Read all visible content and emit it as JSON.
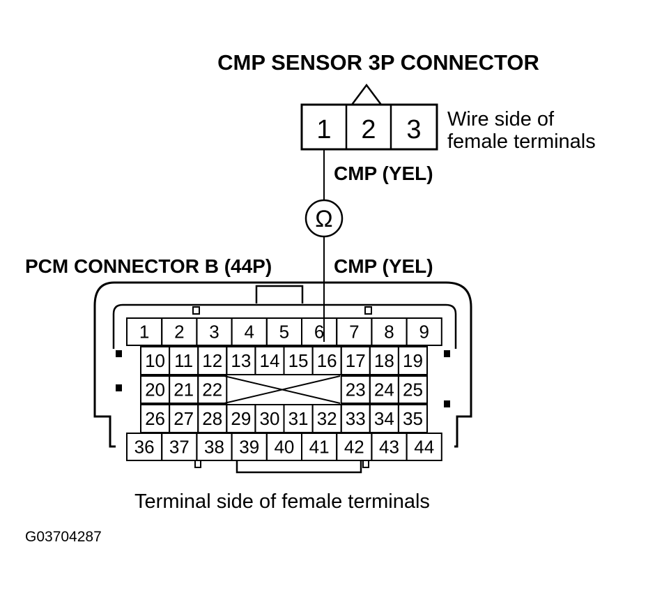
{
  "sensor_connector": {
    "title": "CMP SENSOR 3P CONNECTOR",
    "side_label_line1": "Wire side of",
    "side_label_line2": "female terminals",
    "pins": [
      "1",
      "2",
      "3"
    ]
  },
  "wire_upper_label": "CMP (YEL)",
  "ohmmeter_symbol": "Ω",
  "pcm_connector": {
    "title": "PCM CONNECTOR B (44P)",
    "wire_label": "CMP (YEL)",
    "side_label": "Terminal side of female terminals",
    "row1": [
      "1",
      "2",
      "3",
      "4",
      "5",
      "6",
      "7",
      "8",
      "9"
    ],
    "row2": [
      "10",
      "11",
      "12",
      "13",
      "14",
      "15",
      "16",
      "17",
      "18",
      "19"
    ],
    "row3_left": [
      "20",
      "21",
      "22"
    ],
    "row3_right": [
      "23",
      "24",
      "25"
    ],
    "row4": [
      "26",
      "27",
      "28",
      "29",
      "30",
      "31",
      "32",
      "33",
      "34",
      "35"
    ],
    "row5": [
      "36",
      "37",
      "38",
      "39",
      "40",
      "41",
      "42",
      "43",
      "44"
    ]
  },
  "figure_id": "G03704287"
}
